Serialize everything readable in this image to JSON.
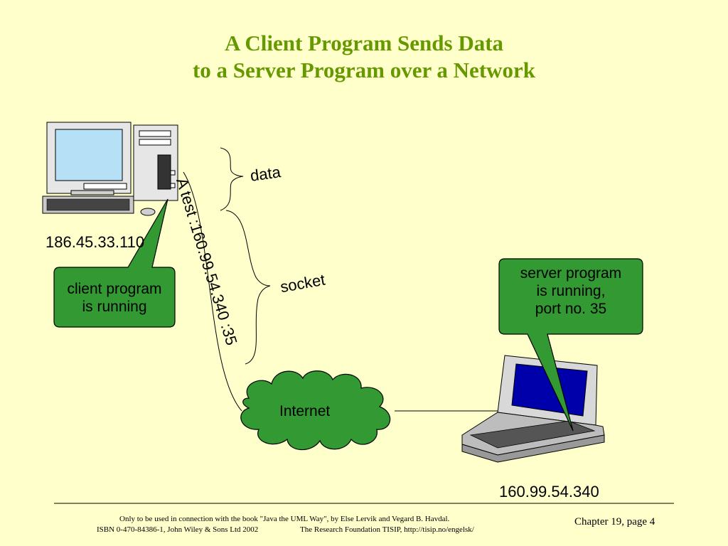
{
  "slide": {
    "title_line1": "A Client Program Sends Data",
    "title_line2": "to a Server Program over a Network"
  },
  "client": {
    "ip": "186.45.33.110",
    "callout_line1": "client program",
    "callout_line2": "is running"
  },
  "server": {
    "ip": "160.99.54.340",
    "callout_line1": "server program",
    "callout_line2": "is running,",
    "callout_line3": "port no. 35"
  },
  "message": {
    "text": "A test :160.99.54.340 :35",
    "data_label": "data",
    "socket_label": "socket"
  },
  "network": {
    "label": "Internet"
  },
  "footer": {
    "line1": "Only to be used in connection with the book \"Java the UML Way\", by Else Lervik and Vegard B. Havdal.",
    "line2_left": "ISBN 0-470-84386-1, John Wiley & Sons Ltd 2002",
    "line2_right": "The Research Foundation TISIP, http://tisip.no/engelsk/",
    "chapter": "Chapter 19, page 4"
  },
  "colors": {
    "background": "#ffffcc",
    "title": "#669900",
    "callout_fill": "#339933",
    "cloud_fill": "#339933"
  }
}
